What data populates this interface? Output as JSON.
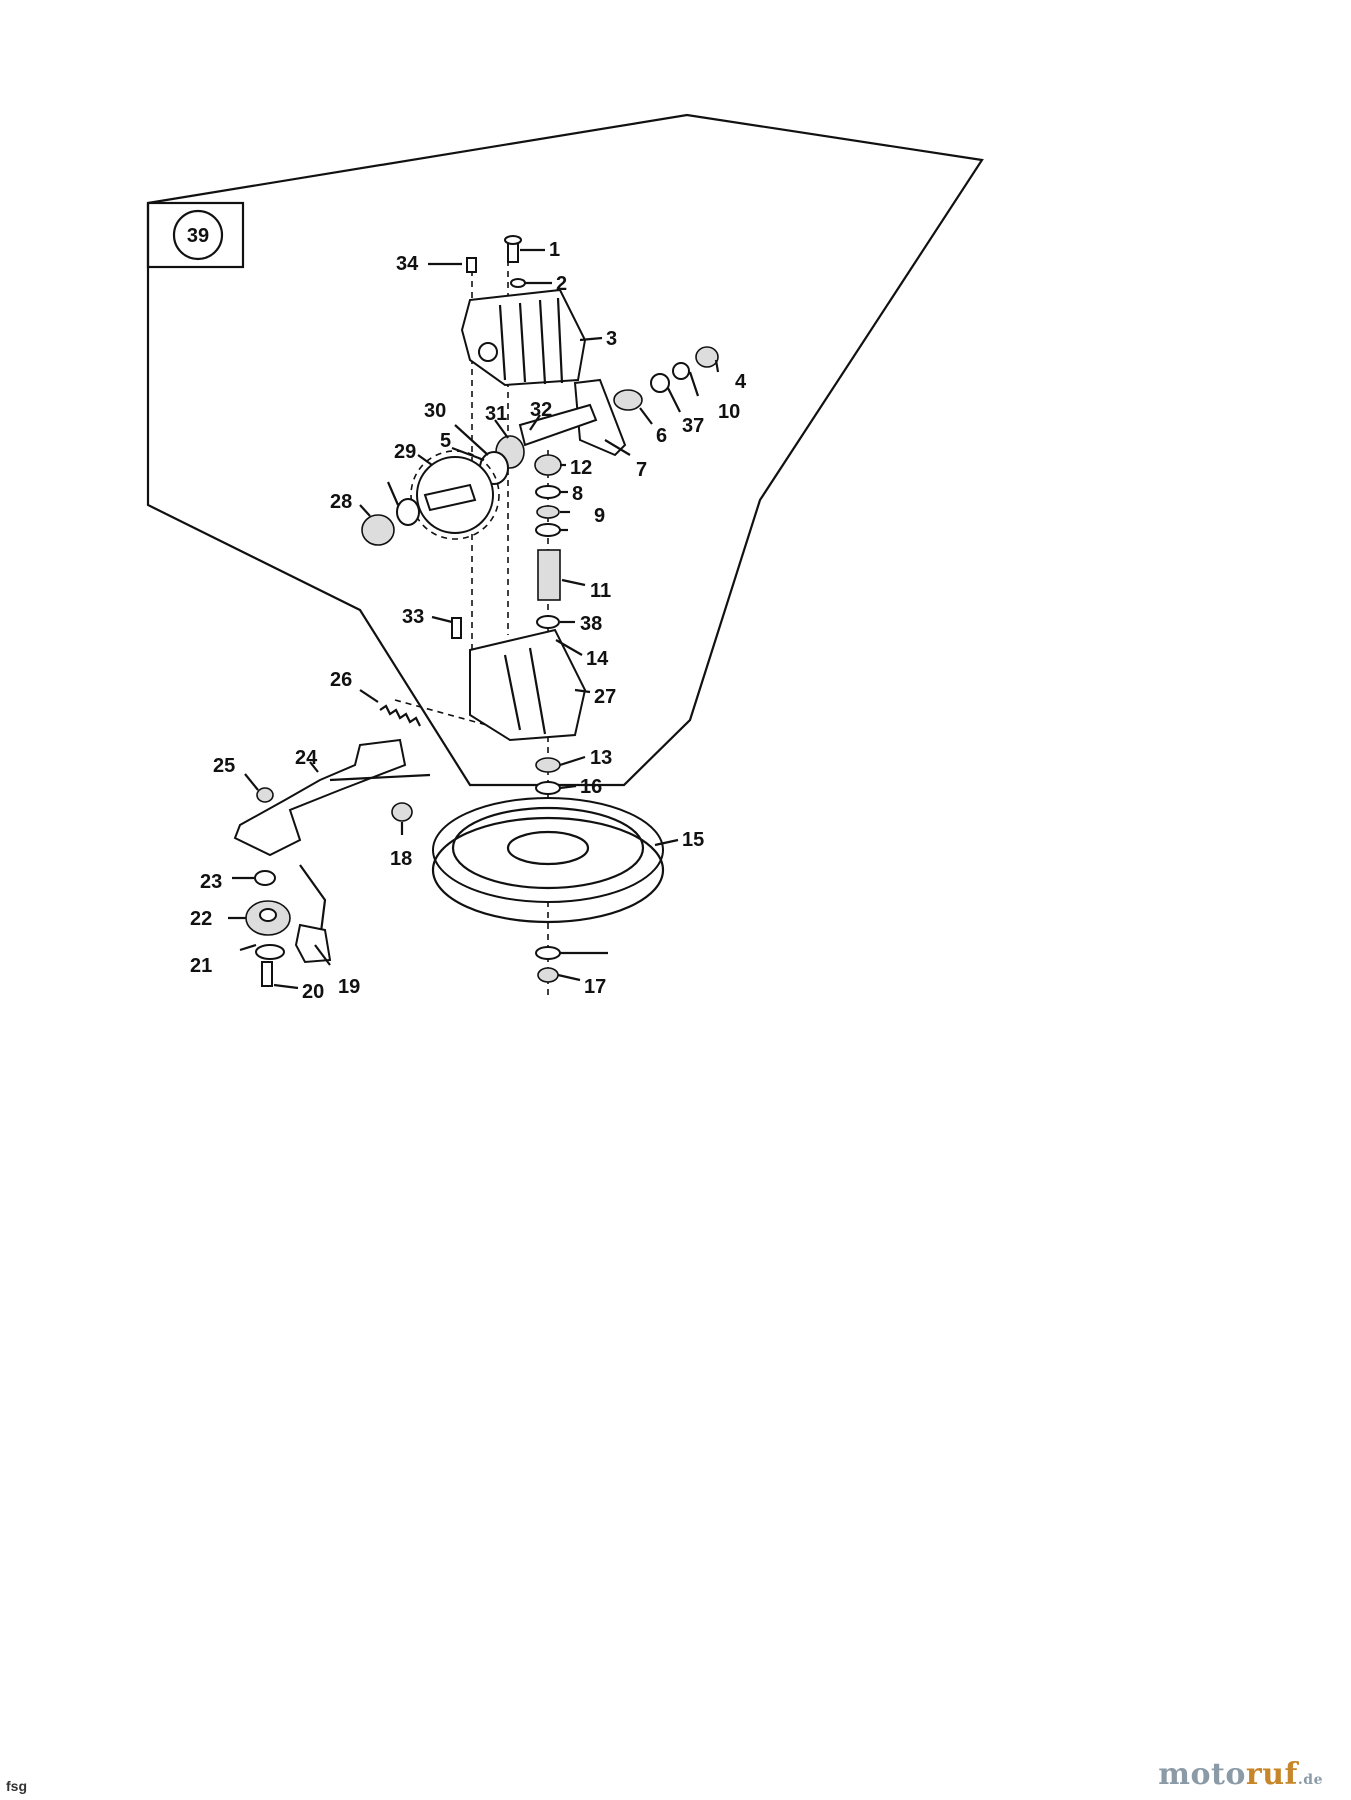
{
  "diagram": {
    "callout": "39",
    "parts": [
      "1",
      "2",
      "3",
      "4",
      "5",
      "6",
      "7",
      "8",
      "9",
      "10",
      "11",
      "12",
      "13",
      "14",
      "15",
      "16",
      "17",
      "18",
      "19",
      "20",
      "21",
      "22",
      "23",
      "24",
      "25",
      "26",
      "27",
      "28",
      "29",
      "30",
      "31",
      "32",
      "33",
      "34",
      "37",
      "38"
    ]
  },
  "footer": {
    "code": "fsg"
  },
  "logo": {
    "main": "moto",
    "accent": "ruf",
    "suffix": ".de"
  },
  "colors": {
    "ink": "#111111",
    "logo_grey": "#8a9aa6",
    "logo_orange": "#c8862a"
  }
}
